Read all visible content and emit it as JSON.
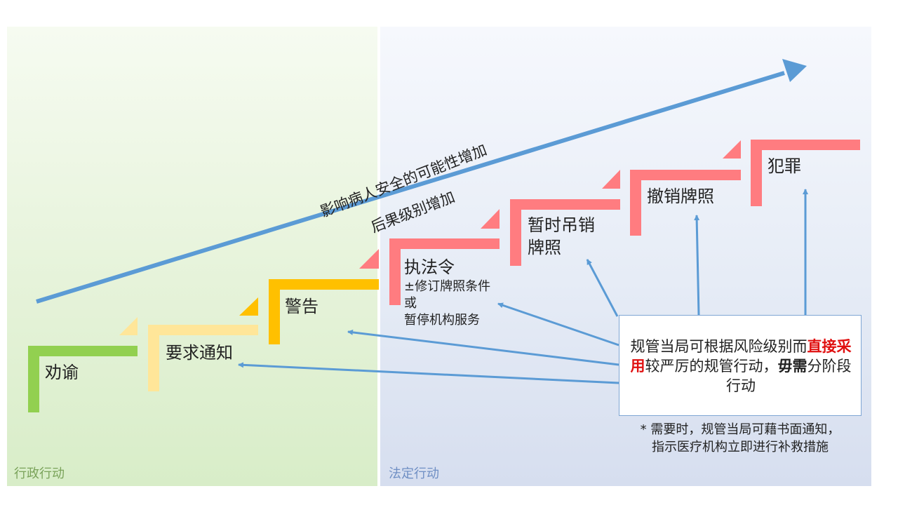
{
  "zones": {
    "administrative": "行政行动",
    "statutory": "法定行动"
  },
  "arrow": {
    "line1": "影响病人安全的可能性增加",
    "line2": "后果级别增加"
  },
  "steps": [
    {
      "label": "劝谕",
      "color": "#92d050"
    },
    {
      "label": "要求通知",
      "color": "#ffe699"
    },
    {
      "label": "警告",
      "color": "#ffc000"
    },
    {
      "label": "执法令",
      "sub": [
        "±修订牌照条件",
        "或",
        "暂停机构服务"
      ],
      "color": "#ff7c80"
    },
    {
      "label": "暂时吊销",
      "label2": "牌照",
      "color": "#ff7c80"
    },
    {
      "label": "撤销牌照",
      "color": "#ff7c80"
    },
    {
      "label": "犯罪",
      "color": "#ff7c80"
    }
  ],
  "callout": {
    "part1": "规管当局可根据风险级别而",
    "highlight1": "直",
    "highlight2": "接采用",
    "part2": "较严厉的规管行动，",
    "bold1": "毋",
    "bold2": "需",
    "part3": "分阶段行动"
  },
  "footnote": {
    "line1": "* 需要时，规管当局可藉书面通知，",
    "line2": "指示医疗机构立即进行补救措施"
  },
  "colors": {
    "arrow": "#5b9bd5",
    "green": "#92d050",
    "light_yellow": "#ffe699",
    "amber": "#ffc000",
    "pink": "#ff7c80",
    "highlight": "#e01010"
  }
}
